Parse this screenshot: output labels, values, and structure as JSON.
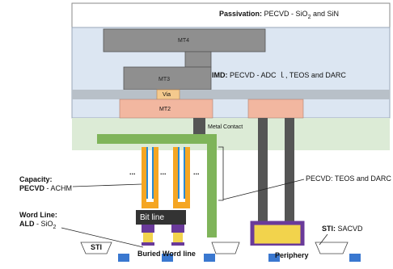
{
  "passivation": {
    "title": "Passivation:",
    "text": "PECVD - SiO",
    "sub": "2",
    "tail": " and SiN"
  },
  "imd": {
    "title": "IMD:",
    "text": " PECVD - ADC ｌ, TEOS and DARC"
  },
  "layers": {
    "mt4": "MT4",
    "mt3": "MT3",
    "via": "Via",
    "mt2": "MT2",
    "metal_contact": "Metal Contact"
  },
  "bit_line": "Bit line",
  "capacity": {
    "title": "Capacity:",
    "line2_b": "PECVD",
    "line2": " - ACHM"
  },
  "word_line": {
    "title": "Word Line:",
    "line2_b": "ALD",
    "line2": " - SiO",
    "sub": "2"
  },
  "pecvd_right": "PECVD: TEOS and DARC",
  "sti_right": {
    "title": "STI:",
    "text": " SACVD"
  },
  "bottom": {
    "sti": "STI",
    "buried": "Buried Word line",
    "periphery": "Periphery"
  },
  "dots": "..."
}
